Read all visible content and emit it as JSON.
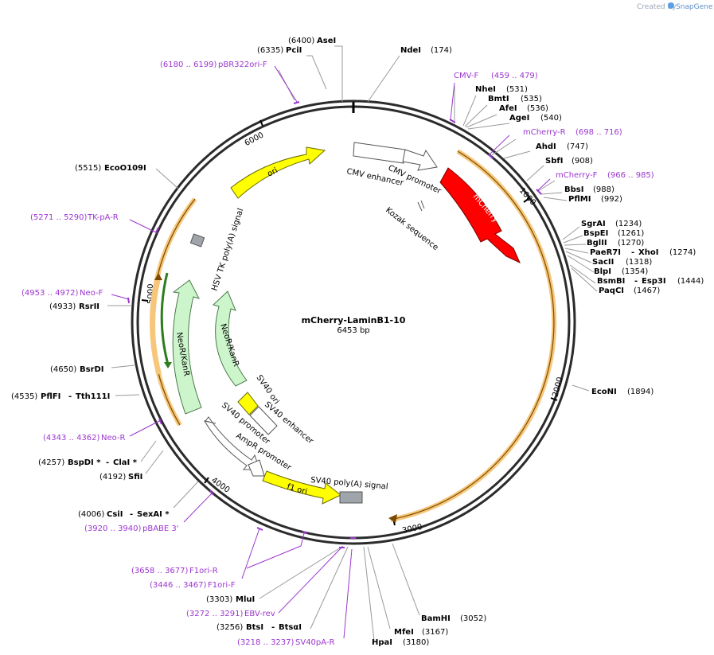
{
  "watermark": {
    "prefix": "Created by",
    "brand": "SnapGene"
  },
  "map": {
    "name": "mCherry-LaminB1-10",
    "size": "6453 bp"
  },
  "ticks": [
    "1000",
    "2000",
    "3000",
    "4000",
    "5000",
    "6000"
  ],
  "sites": [
    {
      "name": "AseI",
      "pos": "(6400)"
    },
    {
      "name": "PciI",
      "pos": "(6335)"
    },
    {
      "name": "NdeI",
      "pos": "(174)"
    },
    {
      "name": "NheI",
      "pos": "(531)"
    },
    {
      "name": "BmtI",
      "pos": "(535)"
    },
    {
      "name": "AfeI",
      "pos": "(536)"
    },
    {
      "name": "AgeI",
      "pos": "(540)"
    },
    {
      "name": "AhdI",
      "pos": "(747)"
    },
    {
      "name": "SbfI",
      "pos": "(908)"
    },
    {
      "name": "BbsI",
      "pos": "(988)"
    },
    {
      "name": "PflMI",
      "pos": "(992)"
    },
    {
      "name": "SgrAI",
      "pos": "(1234)"
    },
    {
      "name": "BspEI",
      "pos": "(1261)"
    },
    {
      "name": "BglII",
      "pos": "(1270)"
    },
    {
      "name": "PaeR7I",
      "name2": "XhoI",
      "pos": "(1274)"
    },
    {
      "name": "SacII",
      "pos": "(1318)"
    },
    {
      "name": "BlpI",
      "pos": "(1354)"
    },
    {
      "name": "BsmBI",
      "name2": "Esp3I",
      "pos": "(1444)"
    },
    {
      "name": "PaqCI",
      "pos": "(1467)"
    },
    {
      "name": "EcoNI",
      "pos": "(1894)"
    },
    {
      "name": "BamHI",
      "pos": "(3052)"
    },
    {
      "name": "MfeI",
      "pos": "(3167)"
    },
    {
      "name": "HpaI",
      "pos": "(3180)"
    },
    {
      "name": "BtsI",
      "name2": "BtsαI",
      "pos": "(3256)"
    },
    {
      "name": "MluI",
      "pos": "(3303)"
    },
    {
      "name": "CsiI",
      "name2": "SexAI *",
      "pos": "(4006)"
    },
    {
      "name": "SfiI",
      "pos": "(4192)"
    },
    {
      "name": "BspDI *",
      "name2": "ClaI *",
      "pos": "(4257)"
    },
    {
      "name": "PflFI",
      "name2": "Tth111I",
      "pos": "(4535)"
    },
    {
      "name": "BsrDI",
      "pos": "(4650)"
    },
    {
      "name": "RsrII",
      "pos": "(4933)"
    },
    {
      "name": "EcoO109I",
      "pos": "(5515)"
    }
  ],
  "primers": [
    {
      "name": "pBR322ori-F",
      "range": "(6180 .. 6199)"
    },
    {
      "name": "CMV-F",
      "range": "(459 .. 479)"
    },
    {
      "name": "mCherry-R",
      "range": "(698 .. 716)"
    },
    {
      "name": "mCherry-F",
      "range": "(966 .. 985)"
    },
    {
      "name": "TK-pA-R",
      "range": "(5271 .. 5290)"
    },
    {
      "name": "Neo-F",
      "range": "(4953 .. 4972)"
    },
    {
      "name": "Neo-R",
      "range": "(4343 .. 4362)"
    },
    {
      "name": "pBABE 3'",
      "range": "(3920 .. 3940)"
    },
    {
      "name": "F1ori-R",
      "range": "(3658 .. 3677)"
    },
    {
      "name": "F1ori-F",
      "range": "(3446 .. 3467)"
    },
    {
      "name": "EBV-rev",
      "range": "(3272 .. 3291)"
    },
    {
      "name": "SV40pA-R",
      "range": "(3218 .. 3237)"
    }
  ],
  "features": {
    "cmv_enhancer": "CMV enhancer",
    "cmv_promoter": "CMV promoter",
    "mcherry": "mCherry",
    "kozak": "Kozak sequence",
    "ori": "ori",
    "hsv_tk": "HSV TK poly(A) signal",
    "neo_outer": "NeoR/KanR",
    "neo_inner": "NeoR/KanR",
    "sv40_ori": "SV40 ori",
    "sv40_enhancer": "SV40 enhancer",
    "sv40_promoter": "SV40 promoter",
    "ampr_promoter": "AmpR promoter",
    "f1_ori": "f1 ori",
    "sv40_polya": "SV40 poly(A) signal"
  },
  "colors": {
    "backbone": "#2b2b2b",
    "mcherry": "#ff0000",
    "ori": "#ffff00",
    "neo": "#ccf5cc",
    "promoter": "#ffffff",
    "polya": "#9fa5ab",
    "orf_highlight": "#f6c77a",
    "orf_line": "#7a4a00",
    "primer": "#9b36cf"
  }
}
